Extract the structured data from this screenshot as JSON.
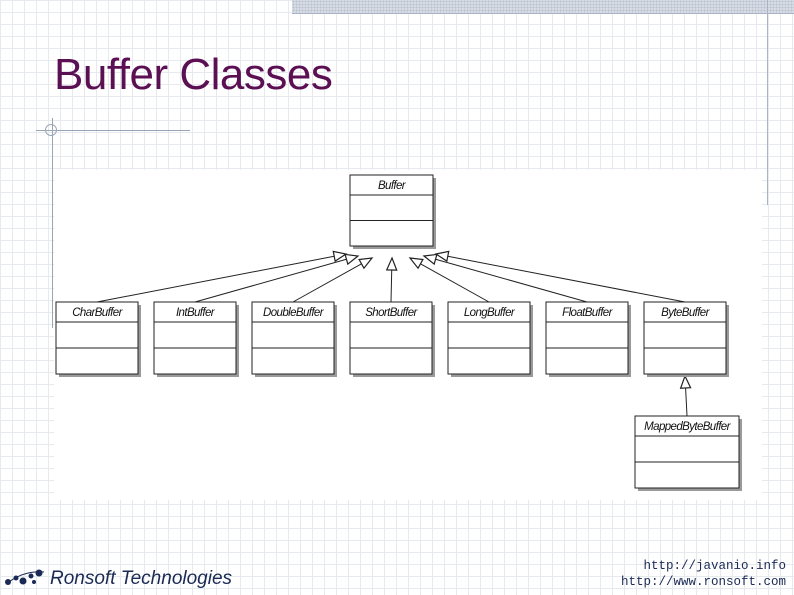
{
  "slide": {
    "title": "Buffer Classes",
    "footer_company": "Ronsoft Technologies",
    "footer_links": [
      "http://javanio.info",
      "http://www.ronsoft.com"
    ],
    "logo_icon": "dots-logo-icon"
  },
  "colors": {
    "title": "#5a1052",
    "footer_text": "#1a2a55",
    "grid": "#e6e9ee"
  },
  "diagram": {
    "classes": [
      "Buffer",
      "CharBuffer",
      "IntBuffer",
      "DoubleBuffer",
      "ShortBuffer",
      "LongBuffer",
      "FloatBuffer",
      "ByteBuffer",
      "MappedByteBuffer"
    ],
    "relationships": [
      {
        "child": "CharBuffer",
        "parent": "Buffer"
      },
      {
        "child": "IntBuffer",
        "parent": "Buffer"
      },
      {
        "child": "DoubleBuffer",
        "parent": "Buffer"
      },
      {
        "child": "ShortBuffer",
        "parent": "Buffer"
      },
      {
        "child": "LongBuffer",
        "parent": "Buffer"
      },
      {
        "child": "FloatBuffer",
        "parent": "Buffer"
      },
      {
        "child": "ByteBuffer",
        "parent": "Buffer"
      },
      {
        "child": "MappedByteBuffer",
        "parent": "ByteBuffer"
      }
    ]
  }
}
